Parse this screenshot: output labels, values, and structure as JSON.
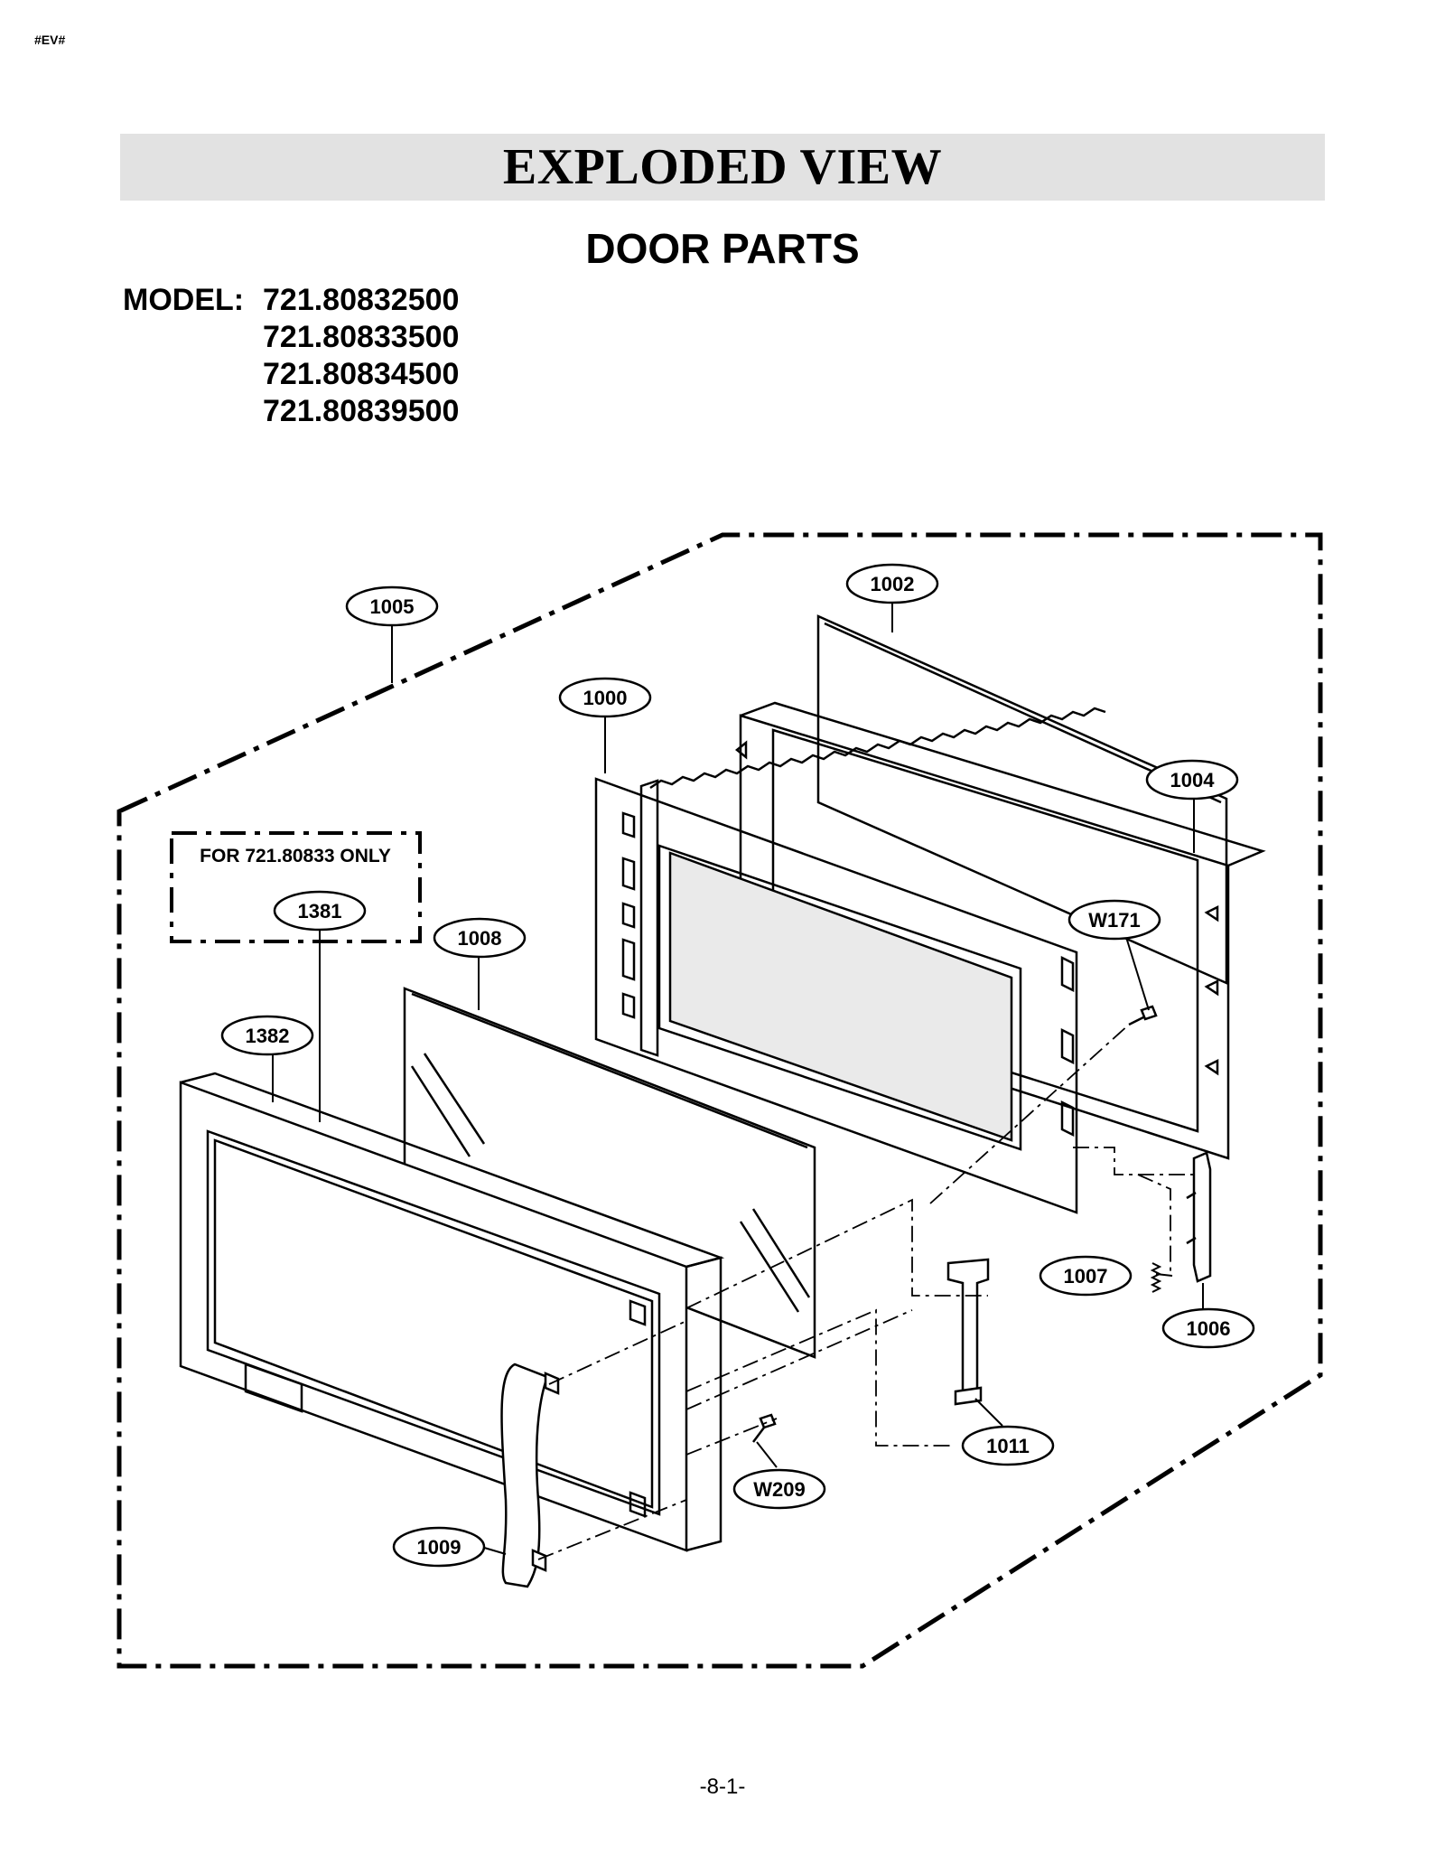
{
  "doc_tag": "#EV#",
  "title": "EXPLODED VIEW",
  "subtitle": "DOOR PARTS",
  "model": {
    "label": "MODEL:",
    "numbers": [
      "721.80832500",
      "721.80833500",
      "721.80834500",
      "721.80839500"
    ]
  },
  "note_box": "FOR 721.80833 ONLY",
  "callouts": {
    "p1005": "1005",
    "p1002": "1002",
    "p1000": "1000",
    "p1004": "1004",
    "p1381": "1381",
    "p1008": "1008",
    "pW171": "W171",
    "p1382": "1382",
    "p1007": "1007",
    "p1006": "1006",
    "p1011": "1011",
    "pW209": "W209",
    "p1009": "1009"
  },
  "page_number": "-8-1-"
}
